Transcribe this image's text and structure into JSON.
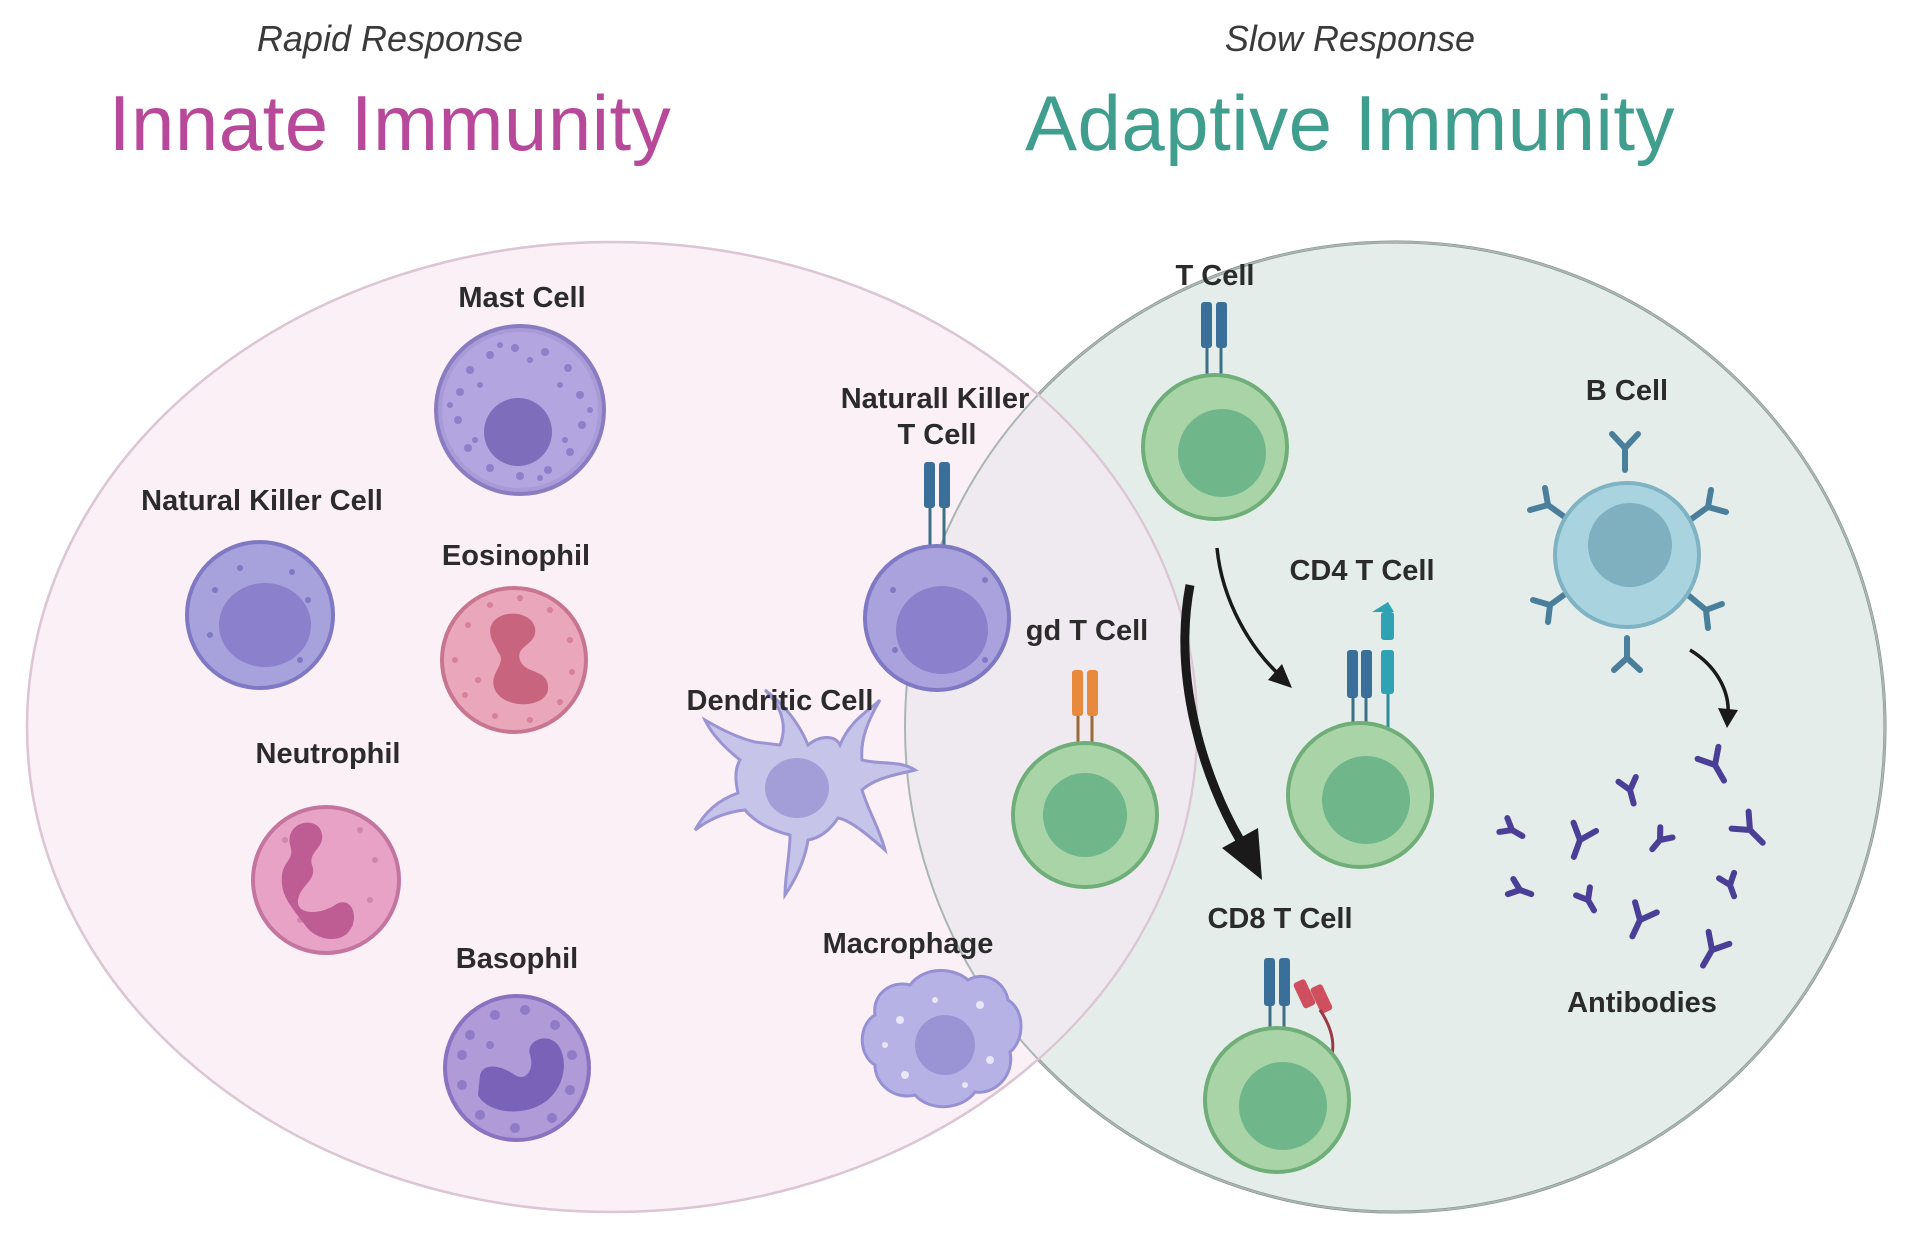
{
  "innate": {
    "subtitle": "Rapid Response",
    "title": "Innate Immunity",
    "color": "#b8489a",
    "fill": "#fbf1f7"
  },
  "adaptive": {
    "subtitle": "Slow Response",
    "title": "Adaptive Immunity",
    "color": "#3f9e8d",
    "fill": "#e3ece8"
  },
  "labels": {
    "mast_cell": "Mast Cell",
    "natural_killer_cell": "Natural Killer Cell",
    "eosinophil": "Eosinophil",
    "neutrophil": "Neutrophil",
    "basophil": "Basophil",
    "nkt_line1": "Naturall Killer",
    "nkt_line2": "T Cell",
    "dendritic_cell": "Dendritic Cell",
    "gd_t_cell": "gd T Cell",
    "macrophage": "Macrophage",
    "t_cell": "T Cell",
    "cd4_t_cell": "CD4 T Cell",
    "cd8_t_cell": "CD8 T Cell",
    "b_cell": "B Cell",
    "antibodies": "Antibodies"
  }
}
